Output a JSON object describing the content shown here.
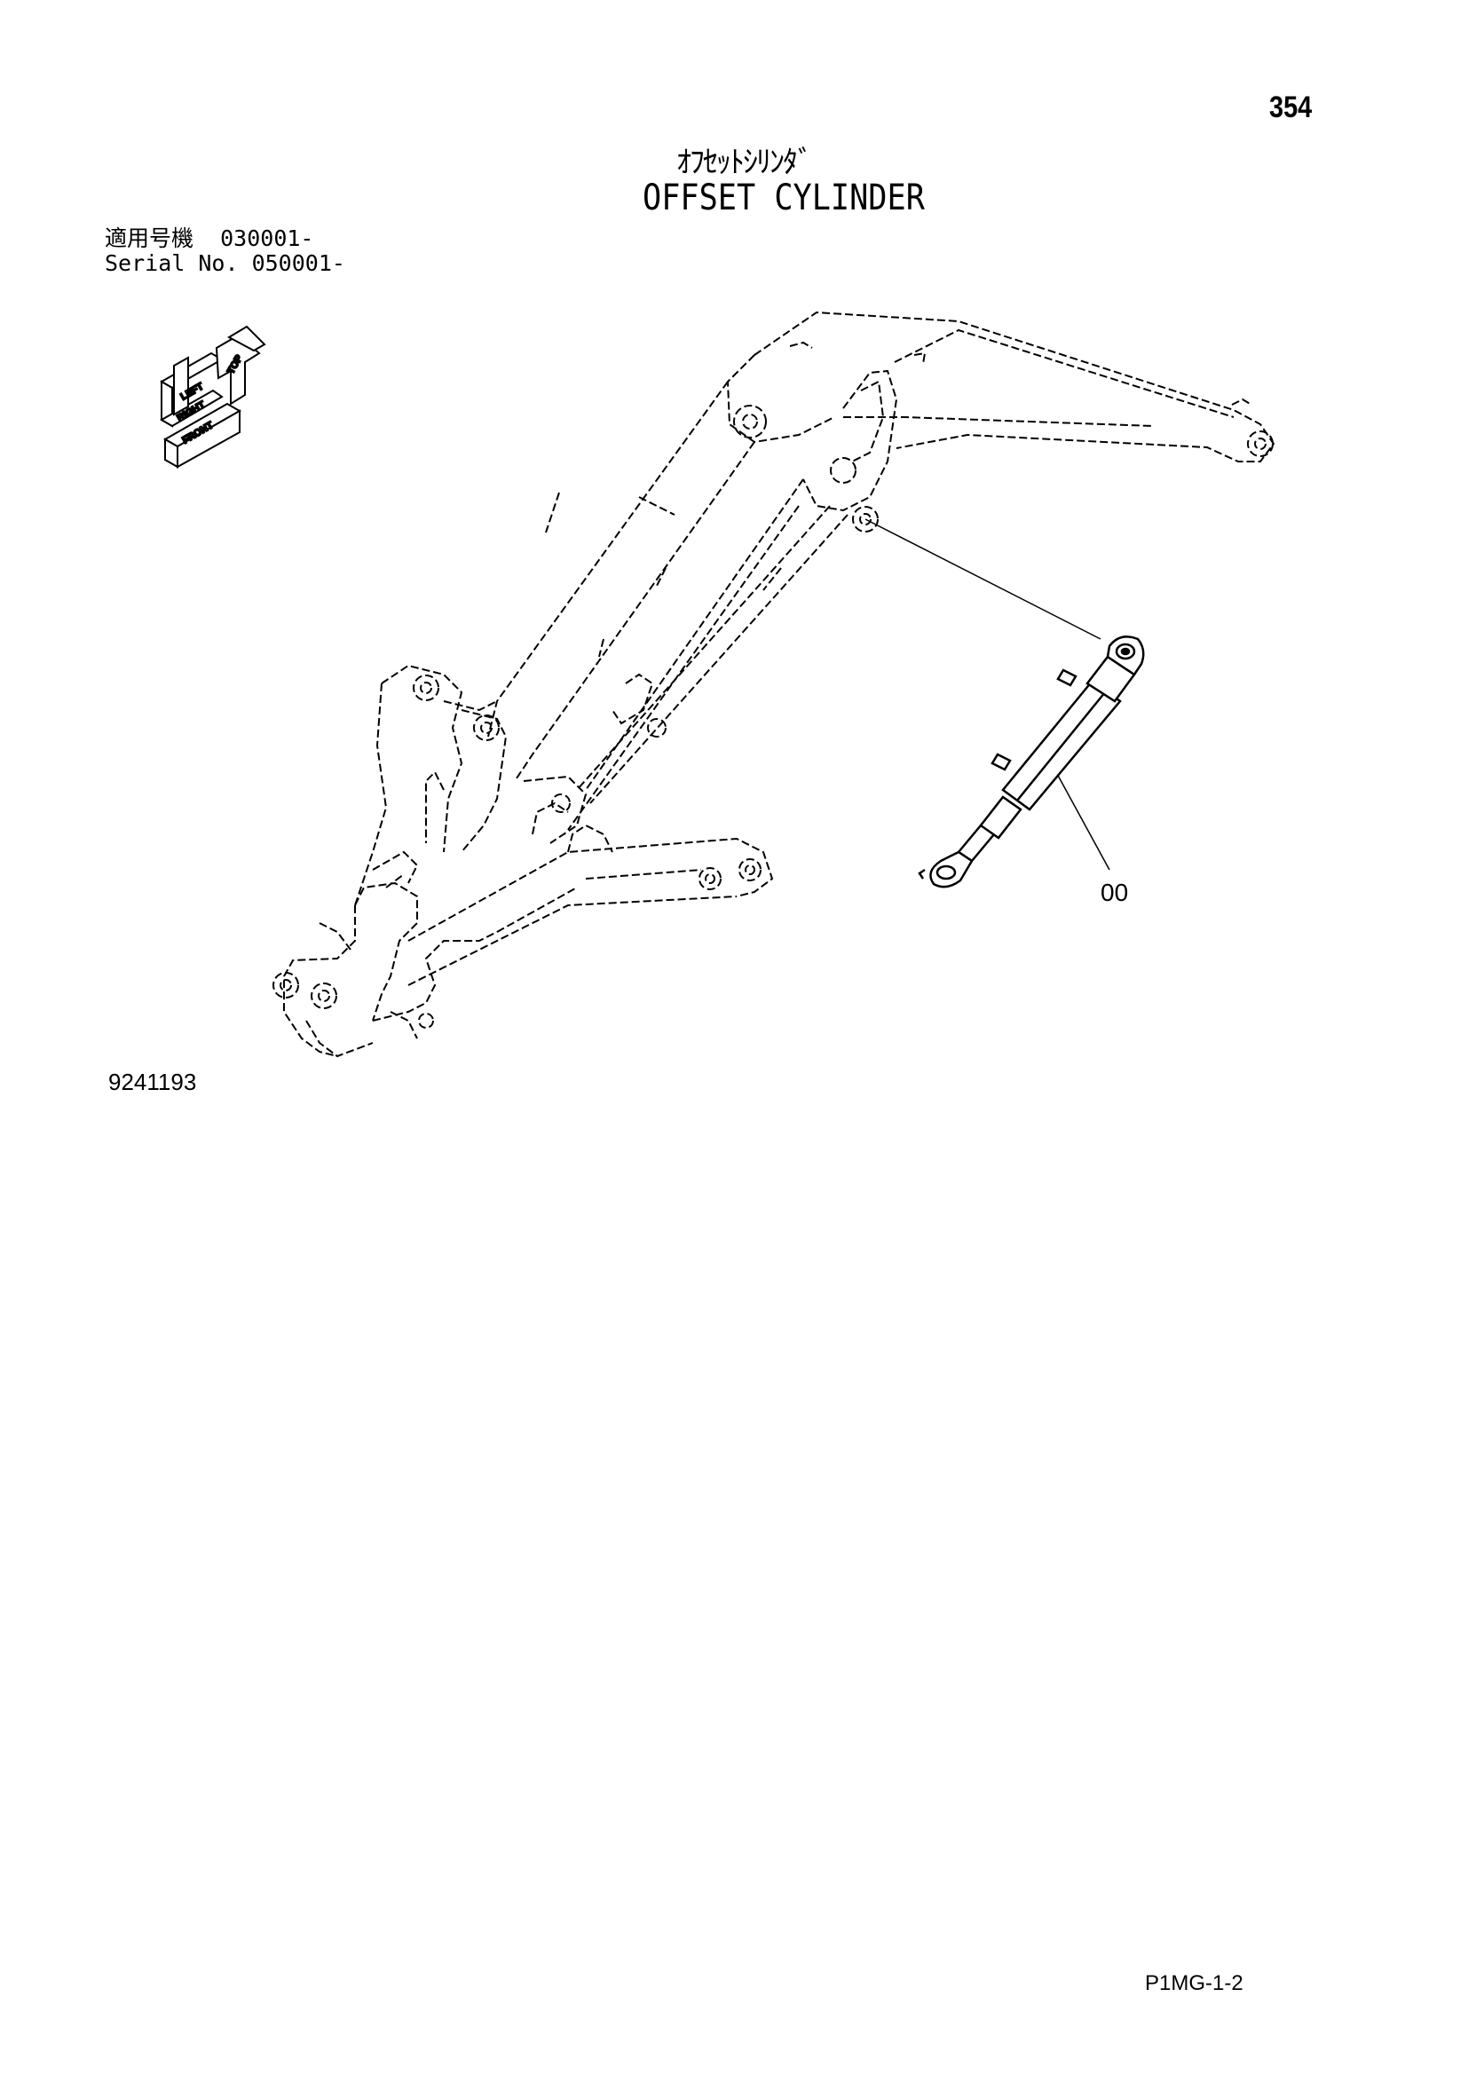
{
  "header": {
    "page_number": "354",
    "title_jp": "ｵﾌｾｯﾄｼﾘﾝﾀﾞ",
    "title_en": "OFFSET CYLINDER"
  },
  "serial": {
    "jp_label": "適用号機",
    "jp_value": "030001-",
    "en_label": "Serial No.",
    "en_value": "050001-"
  },
  "orientation_badge": {
    "labels": [
      "LEFT",
      "RIGHT",
      "FRONT",
      "TOP"
    ]
  },
  "drawing": {
    "drawing_id": "9241193",
    "part_callout": "00"
  },
  "footer": {
    "code": "P1MG-1-2"
  }
}
